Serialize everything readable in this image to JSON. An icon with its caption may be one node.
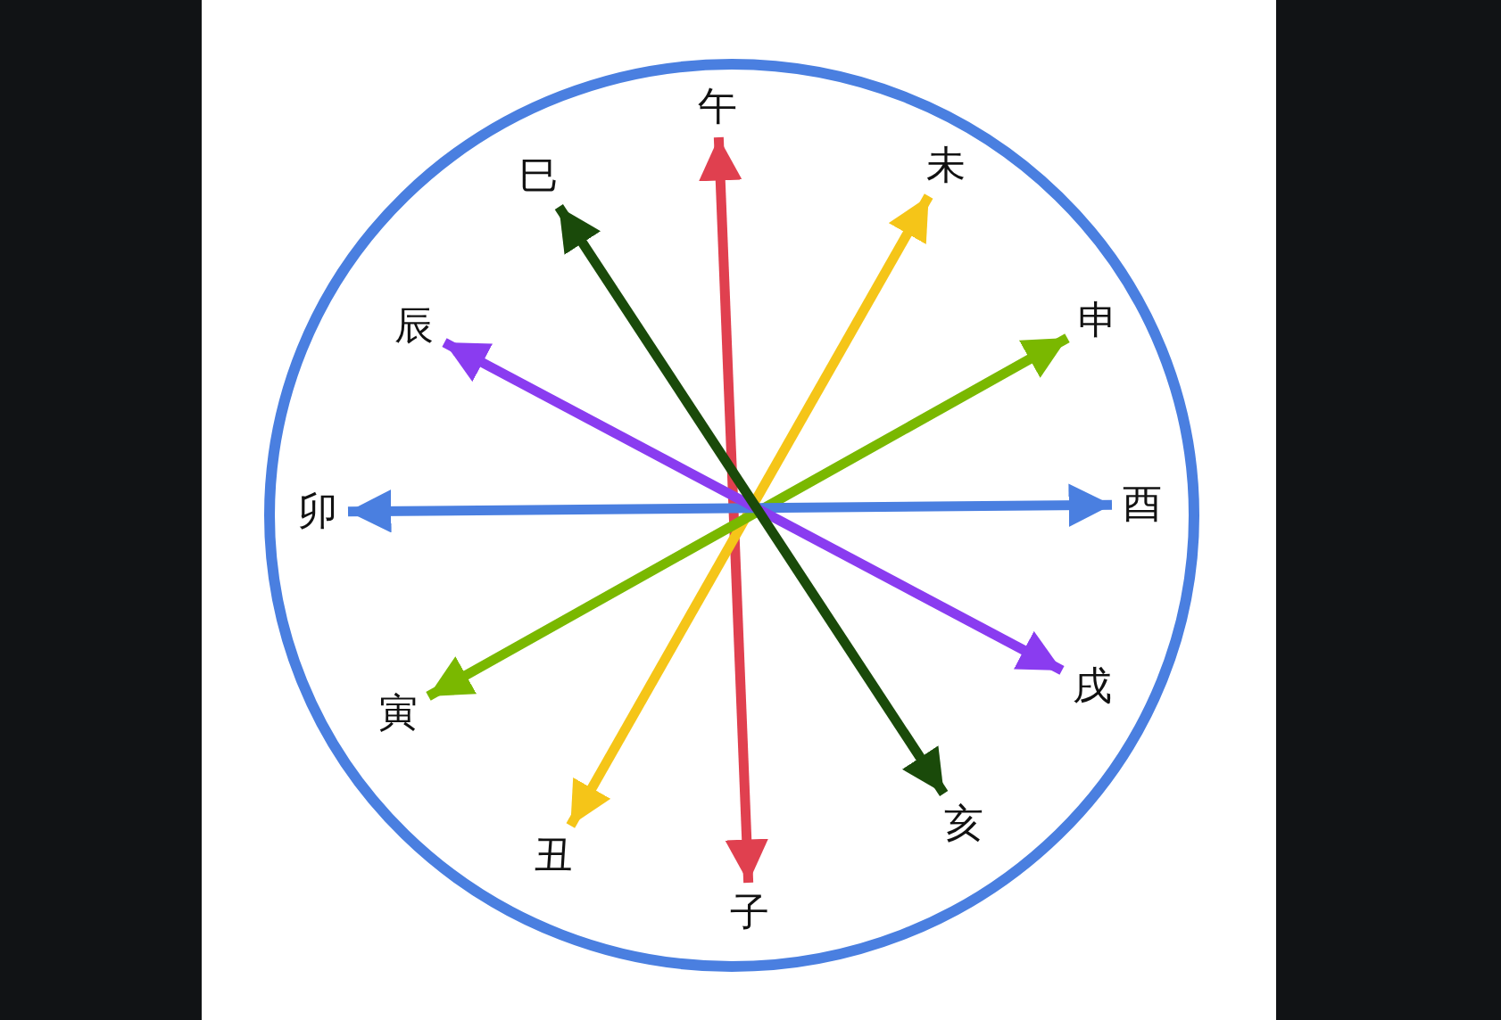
{
  "diagram": {
    "nodes": [
      {
        "text": [
          "午"
        ]
      },
      {
        "text": [
          "未"
        ]
      },
      {
        "text": [
          "申"
        ]
      },
      {
        "text": [
          "酉"
        ]
      },
      {
        "text": [
          "戌"
        ]
      },
      {
        "text": [
          "亥"
        ]
      },
      {
        "text": [
          "子"
        ]
      },
      {
        "text": [
          "丑"
        ]
      },
      {
        "text": [
          "寅"
        ]
      },
      {
        "text": [
          "卯"
        ]
      },
      {
        "text": [
          "辰"
        ]
      },
      {
        "text": [
          "巳"
        ]
      }
    ],
    "edges": [
      {
        "from": 6,
        "to": 0,
        "arrow": "both",
        "color": "#e0404f"
      },
      {
        "from": 7,
        "to": 1,
        "arrow": "both",
        "color": "#f5c518"
      },
      {
        "from": 8,
        "to": 2,
        "arrow": "both",
        "color": "#7ab800"
      },
      {
        "from": 9,
        "to": 3,
        "arrow": "both",
        "color": "#4a7fe0"
      },
      {
        "from": 10,
        "to": 4,
        "arrow": "both",
        "color": "#8a3cf0"
      },
      {
        "from": 11,
        "to": 5,
        "arrow": "both",
        "color": "#1a4a0a"
      }
    ]
  }
}
